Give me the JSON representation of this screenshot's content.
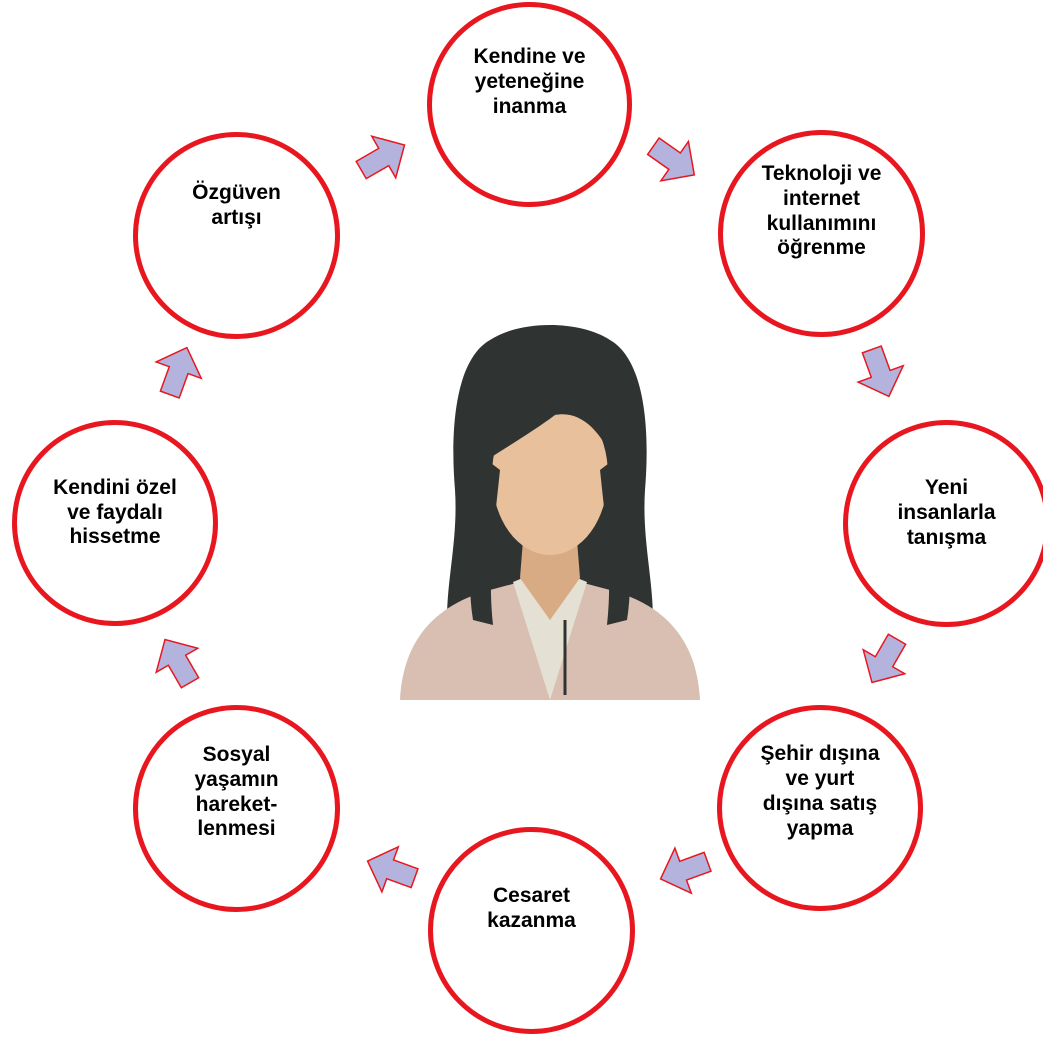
{
  "nodes": [
    {
      "label": "Kendine ve\nyeteneğine\ninanma"
    },
    {
      "label": "Teknoloji ve\ninternet\nkullanımını\nöğrenme"
    },
    {
      "label": "Yeni\ninsanlarla\ntanışma"
    },
    {
      "label": "Şehir dışına\nve yurt\ndışına satış\nyapma"
    },
    {
      "label": "Cesaret\nkazanma"
    },
    {
      "label": "Sosyal\nyaşamın\nhareket-\nlenmesi"
    },
    {
      "label": "Kendini özel\nve faydalı\nhissetme"
    },
    {
      "label": "Özgüven\nartışı"
    }
  ],
  "colors": {
    "circle_border": "#e8171f",
    "arrow_fill": "#b3b3dd",
    "arrow_stroke": "#e8171f",
    "hair": "#2f3433",
    "skin": "#e8c09b",
    "jacket": "#d8bfb2",
    "shirt": "#e4e0d4"
  },
  "icons": {
    "center": "woman-avatar-icon",
    "arrows": "block-arrow-icon"
  }
}
